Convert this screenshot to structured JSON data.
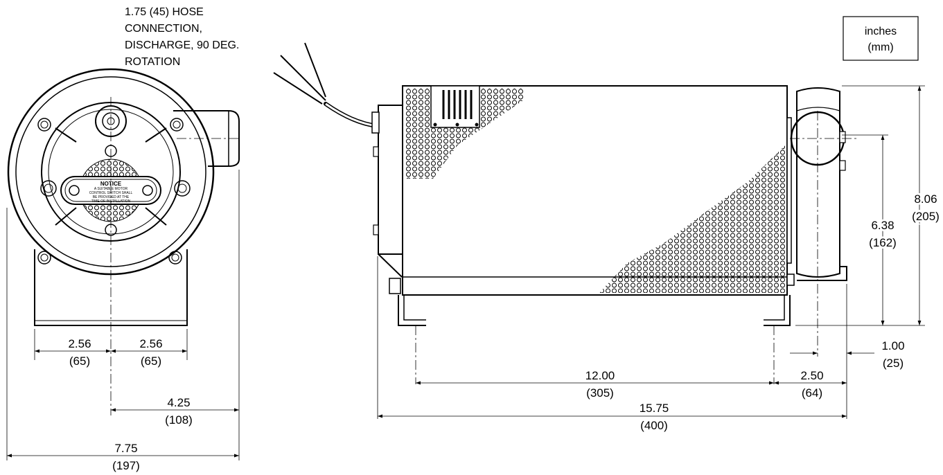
{
  "callout": {
    "line1": "1.75 (45) HOSE",
    "line2": "CONNECTION,",
    "line3": "DISCHARGE, 90 DEG.",
    "line4": "ROTATION"
  },
  "units": {
    "inches": "inches",
    "mm": "(mm)"
  },
  "notice": {
    "title": "NOTICE",
    "line1": "A SUITABLE MOTOR",
    "line2": "CONTROL SWITCH SHALL",
    "line3": "BE PROVIDED AT THE",
    "line4": "TIME OF INSTALLATION"
  },
  "dimensions": {
    "left_half_a": {
      "in": "2.56",
      "mm": "(65)"
    },
    "left_half_b": {
      "in": "2.56",
      "mm": "(65)"
    },
    "center_to_outlet": {
      "in": "4.25",
      "mm": "(108)"
    },
    "overall_width": {
      "in": "7.75",
      "mm": "(197)"
    },
    "mount_spacing": {
      "in": "12.00",
      "mm": "(305)"
    },
    "overall_length": {
      "in": "15.75",
      "mm": "(400)"
    },
    "outlet_offset": {
      "in": "2.50",
      "mm": "(64)"
    },
    "outlet_wall": {
      "in": "1.00",
      "mm": "(25)"
    },
    "outlet_height": {
      "in": "6.38",
      "mm": "(162)"
    },
    "overall_height": {
      "in": "8.06",
      "mm": "(205)"
    }
  }
}
